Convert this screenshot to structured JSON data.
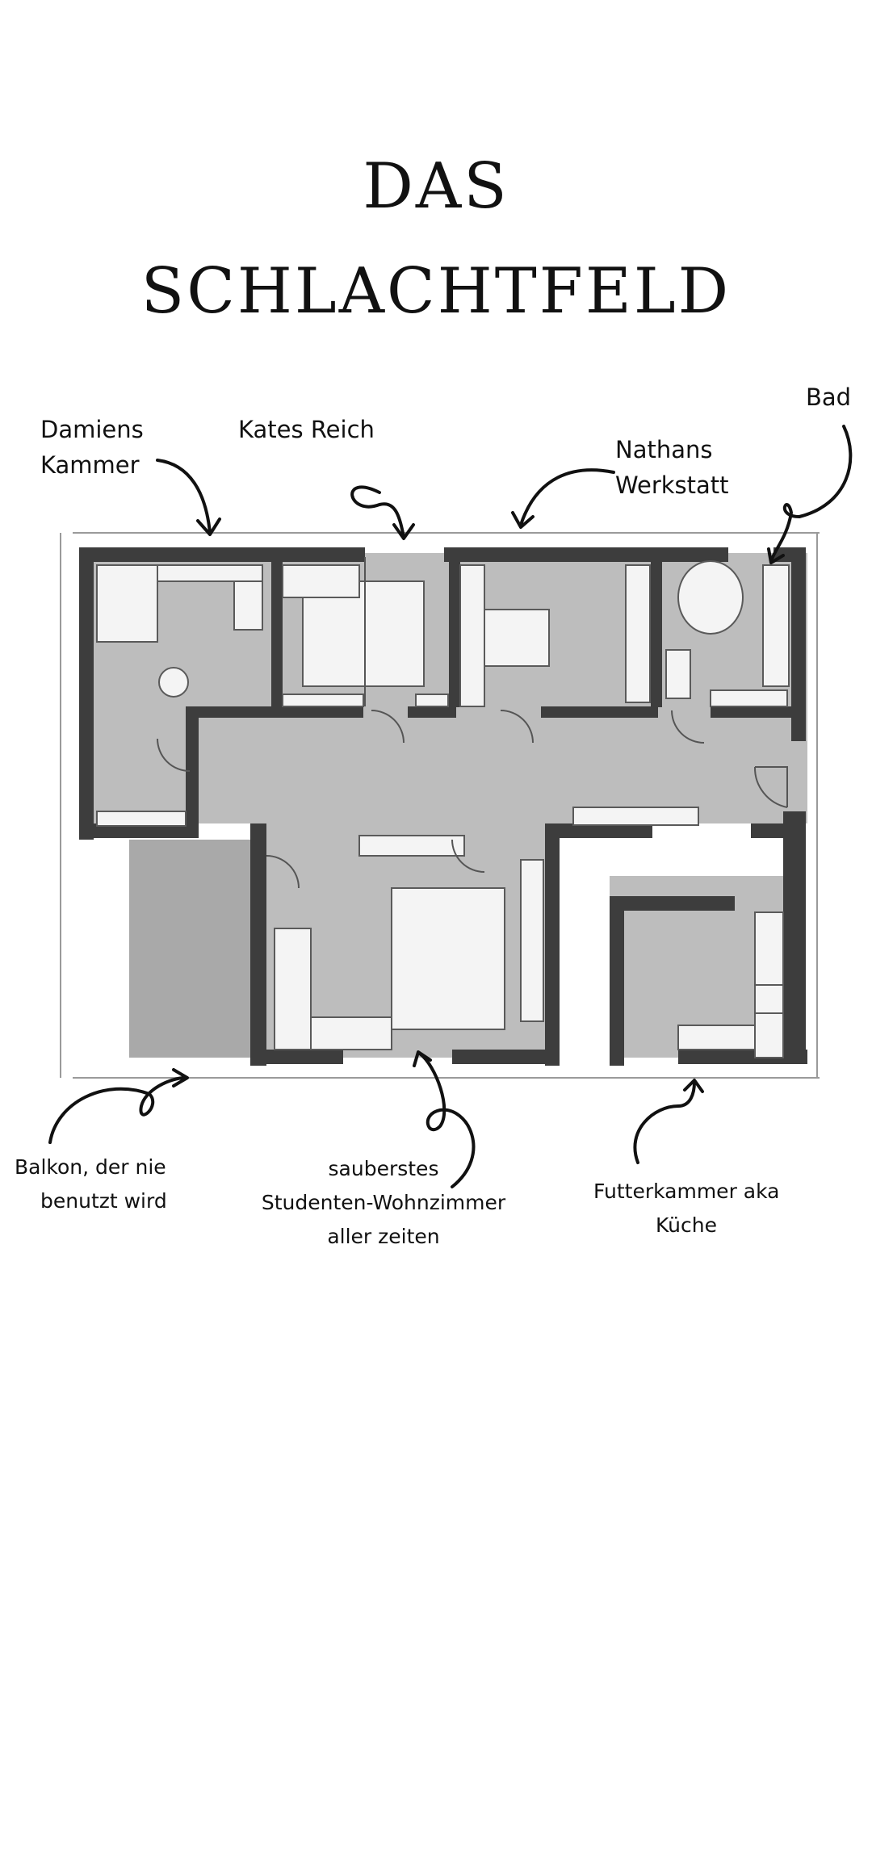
{
  "title": {
    "line1": "DAS",
    "line2": "SCHLACHTFELD"
  },
  "labels": {
    "damien": [
      "Damiens",
      "Kammer"
    ],
    "kate": [
      "Kates Reich"
    ],
    "nathan": [
      "Nathans",
      "Werkstatt"
    ],
    "bad": [
      "Bad"
    ],
    "balkon": [
      "Balkon, der nie",
      "benutzt wird"
    ],
    "wohnzimmer": [
      "sauberstes",
      "Studenten-Wohnzimmer",
      "aller zeiten"
    ],
    "kueche": [
      "Futterkammer aka",
      "Küche"
    ]
  },
  "colors": {
    "wall": "#3d3d3d",
    "floor": "#bdbdbd",
    "balcony": "#a9a9a9",
    "furniture": "#f4f4f4",
    "ink": "#111111"
  }
}
